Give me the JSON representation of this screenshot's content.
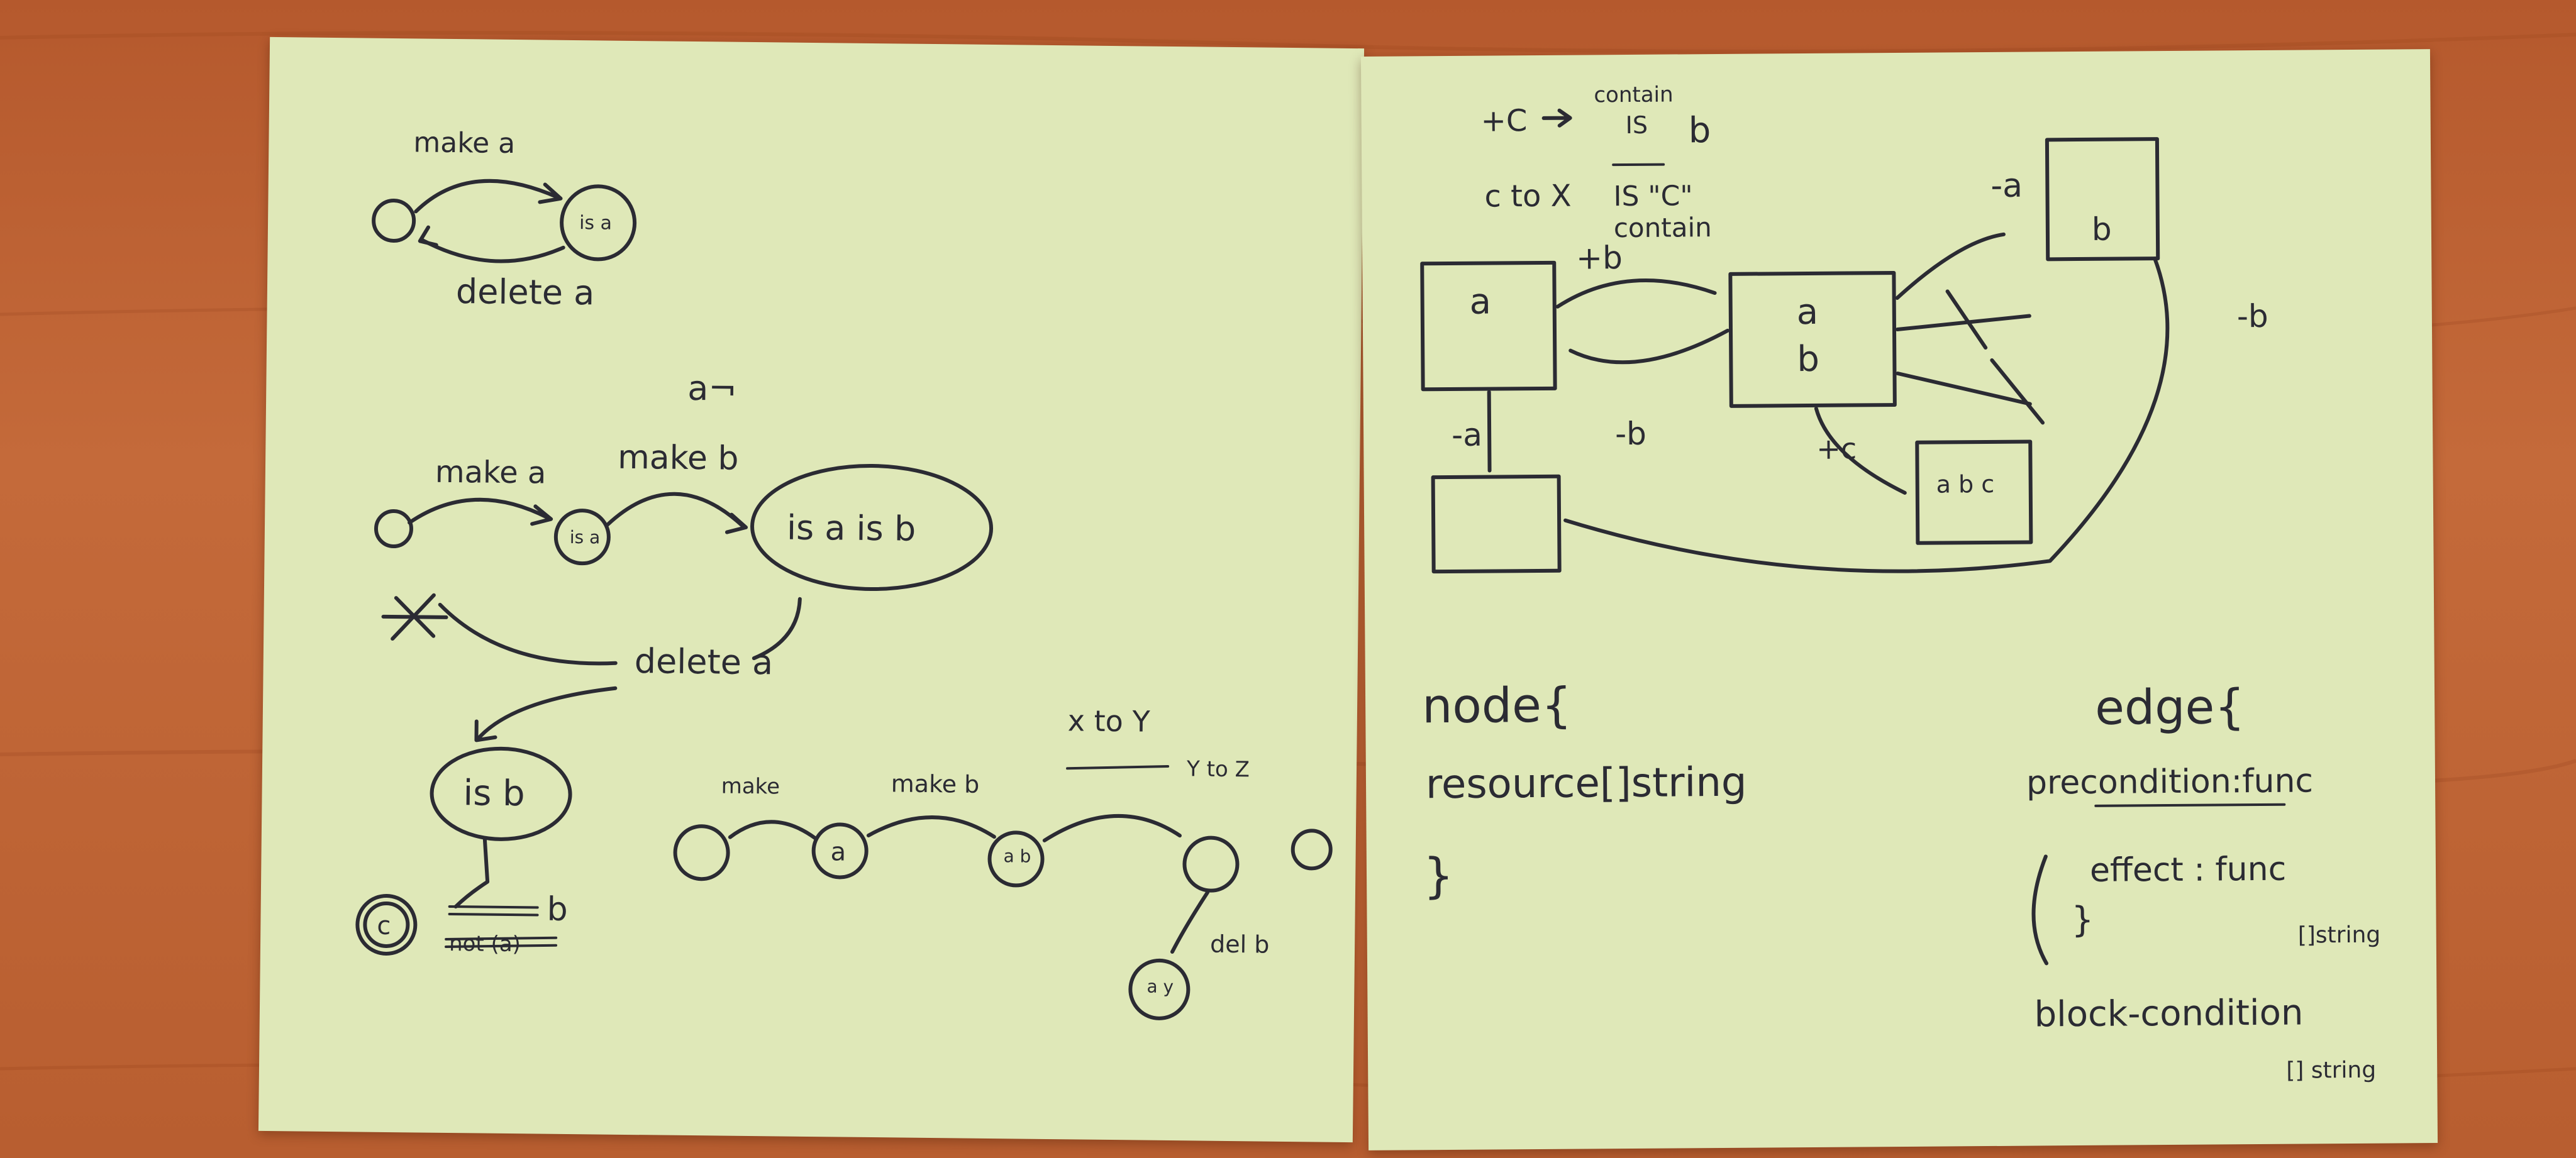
{
  "left_note": {
    "diagram1": {
      "make": "make a",
      "delete": "delete a",
      "state_a": "is a"
    },
    "diagram2": {
      "a_mark": "a¬",
      "make_a": "make a",
      "make_b": "make b",
      "state_a": "is a",
      "state_ab": "is a  is b",
      "delete": "delete a",
      "state_b": "is b",
      "c_node": "c",
      "b_struck": "b",
      "not_label": "not (a)"
    },
    "diagram3": {
      "make_a": "make",
      "make_b": "make b",
      "x_to_y": "x to Y",
      "y_to_z": "Y to Z",
      "del_b": "del b",
      "node_a": "a",
      "node_ab": "a b",
      "node_ay": "a y"
    }
  },
  "right_note": {
    "top_notes": {
      "plus_c": "+C",
      "contain": "contain",
      "is": "IS",
      "b": "b",
      "c_to_x": "c to X",
      "is_c": "IS \"C\"",
      "contain2": "contain"
    },
    "graph": {
      "box_a": "a",
      "box_ab_a": "a",
      "box_ab_b": "b",
      "box_b": "b",
      "box_abc": "a b c",
      "plus_b": "+b",
      "minus_b": "-b",
      "minus_a_top": "-a",
      "minus_a_left": "-a",
      "plus_c": "+c",
      "minus_b_right": "-b"
    },
    "node_def": {
      "open": "node{",
      "field": "resource[]string",
      "close": "}"
    },
    "edge_def": {
      "open": "edge{",
      "precondition": "precondition:func",
      "effect": "effect : func",
      "string1": "[]string",
      "close_brace": "}",
      "block_condition": "block-condition",
      "string2": "[] string"
    }
  }
}
